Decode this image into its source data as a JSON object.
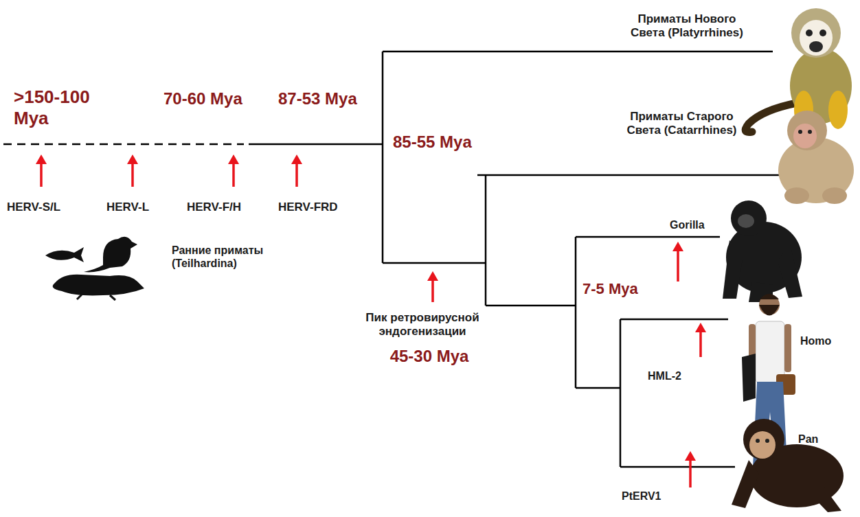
{
  "diagram": {
    "labels": [
      "Приматы Нового Света (Platyrrhines)",
      ">150-100 Mya",
      "70-60 Mya",
      "87-53 Mya",
      "85-55 Mya",
      "Приматы Старого Света (Catarrhines)",
      "HERV-S/L",
      "HERV-L",
      "HERV-F/H",
      "HERV-FRD",
      "Gorilla",
      "Ранние приматы (Teilhardina)",
      "7-5 Mya",
      "Homo",
      "Пик ретровирусной эндогенизации",
      "45-30 Mya",
      "HML-2",
      "Pan",
      "PtERV1"
    ]
  }
}
